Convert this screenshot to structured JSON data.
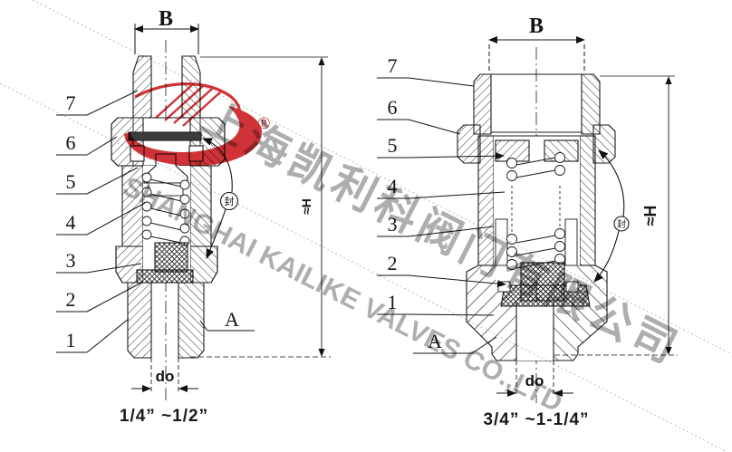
{
  "watermark": {
    "chinese": "上海凯利科阀门有限公司",
    "english": "SHANGHAI KAILIKE VALVES CO.,LTD"
  },
  "logo": {
    "registered": "®"
  },
  "seal_marker": {
    "label": "封"
  },
  "left_valve": {
    "size_range": "1/4” ~1/2”",
    "dim_b": "B",
    "dim_h": "≈H",
    "dim_do": "do",
    "label_a": "A",
    "parts": [
      "1",
      "2",
      "3",
      "4",
      "5",
      "6",
      "7"
    ]
  },
  "right_valve": {
    "size_range": "3/4” ~1-1/4”",
    "dim_b": "B",
    "dim_h": "≈H",
    "dim_do": "do",
    "label_a": "A",
    "parts": [
      "1",
      "2",
      "3",
      "4",
      "5",
      "6",
      "7"
    ]
  },
  "colors": {
    "logo_red": "#cb2127",
    "watermark_gray": "#8c8c8c",
    "line": "#1b1b1b"
  }
}
